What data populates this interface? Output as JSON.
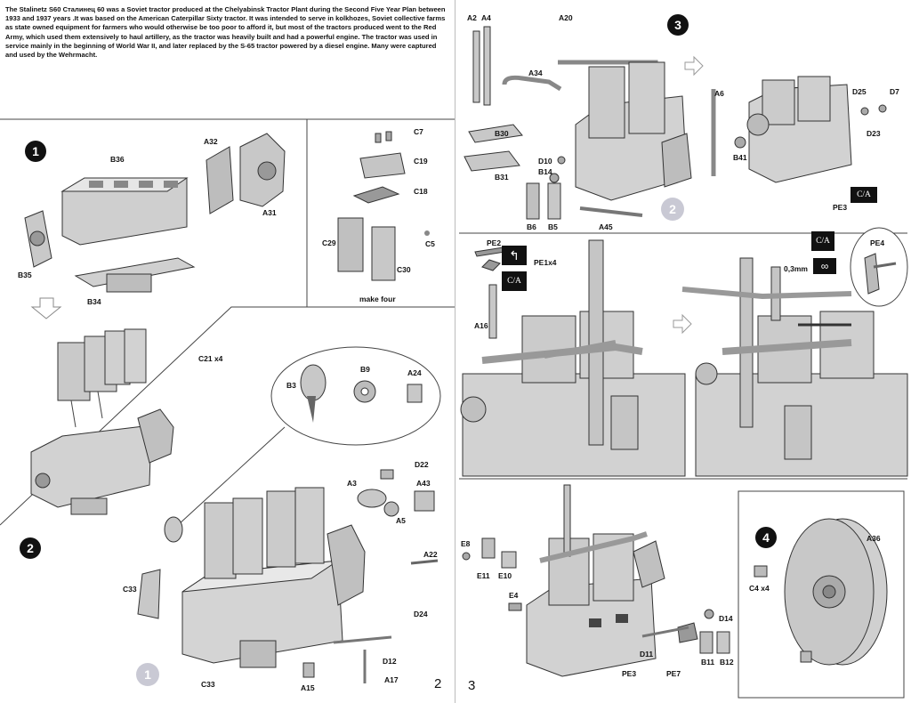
{
  "intro_text": "The Stalinetz S60 Сталинец 60 was a Soviet tractor produced at the Chelyabinsk Tractor Plant during the Second Five Year Plan between 1933 and 1937 years .It was based on the American Caterpillar Sixty tractor. It was intended to serve in kolkhozes, Soviet collective farms as state owned equipment for farmers who would otherwise be too poor to afford it, but most of the tractors produced went to the Red Army, which used them extensively to haul artillery, as the tractor was heavily built and had a powerful engine. The tractor was used in service mainly in the beginning of World War II, and later replaced by the S-65 tractor powered by a diesel engine. Many were captured and used by the Wehrmacht.",
  "steps": {
    "s1": "1",
    "s2": "2",
    "s3": "3",
    "s4": "4"
  },
  "refs": {
    "r1": "1",
    "r2": "2"
  },
  "page_numbers": {
    "left": "2",
    "right": "3"
  },
  "captions": {
    "make_four": "make four",
    "thickness": "0,3mm",
    "ca": "C/A"
  },
  "labels": {
    "B36": "B36",
    "A32": "A32",
    "A31": "A31",
    "B35": "B35",
    "B34": "B34",
    "C7": "C7",
    "C19": "C19",
    "C18": "C18",
    "C29": "C29",
    "C5": "C5",
    "C30": "C30",
    "C21": "C21 x4",
    "B3": "B3",
    "B9": "B9",
    "A24": "A24",
    "D22": "D22",
    "A3": "A3",
    "A43": "A43",
    "A5": "A5",
    "A22": "A22",
    "C33a": "C33",
    "D24": "D24",
    "D12": "D12",
    "C33b": "C33",
    "A15": "A15",
    "A17": "A17",
    "A2": "A2",
    "A4": "A4",
    "A20": "A20",
    "A34": "A34",
    "B30": "B30",
    "B31": "B31",
    "D10": "D10",
    "B14": "B14",
    "B6": "B6",
    "B5": "B5",
    "A45": "A45",
    "A6": "A6",
    "D25": "D25",
    "D7": "D7",
    "D23": "D23",
    "B41": "B41",
    "PE3a": "PE3",
    "PE2": "PE2",
    "PE1": "PE1x4",
    "A16": "A16",
    "PE4": "PE4",
    "E8": "E8",
    "E11": "E11",
    "E10": "E10",
    "E4": "E4",
    "D14": "D14",
    "D11": "D11",
    "PE3b": "PE3",
    "PE7": "PE7",
    "B11": "B11",
    "B12": "B12",
    "A36": "A36",
    "C4": "C4 x4"
  }
}
